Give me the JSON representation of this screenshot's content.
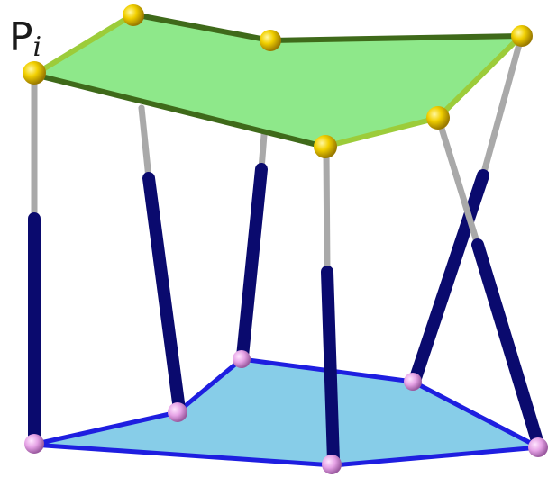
{
  "figure": {
    "label_main": "P",
    "label_subscript": "i"
  },
  "colors": {
    "top_platform_fill": "#8ee88a",
    "top_platform_edge_light": "#9ccc3a",
    "top_platform_edge_dark": "#3f6a1a",
    "base_platform_fill": "#87cde8",
    "base_platform_edge": "#1e1ee0",
    "top_joint": "#f2d000",
    "base_joint": "#e6a3e6",
    "leg_upper": "#a9a9a9",
    "leg_lower": "#0a0a6e"
  },
  "structure": {
    "top_joint_count": 6,
    "base_joint_count": 6,
    "leg_count": 6
  }
}
